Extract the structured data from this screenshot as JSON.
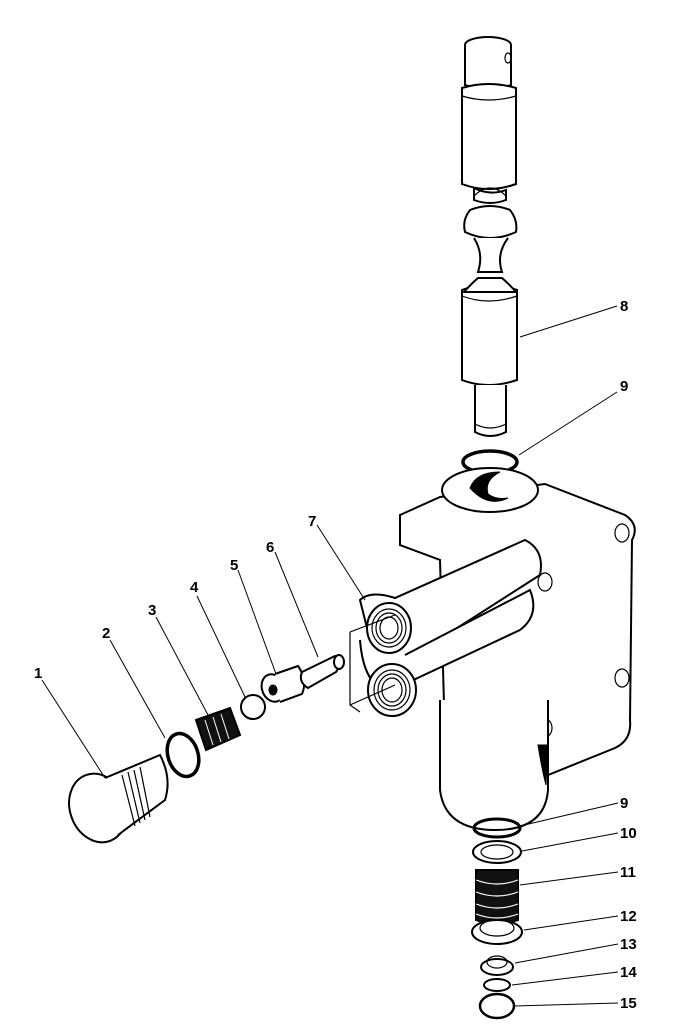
{
  "diagram": {
    "type": "exploded-parts-view",
    "subject": "Control valve assembly",
    "callouts": [
      {
        "id": 1,
        "label": "1",
        "part": "plug"
      },
      {
        "id": 2,
        "label": "2",
        "part": "o-ring"
      },
      {
        "id": 3,
        "label": "3",
        "part": "spring"
      },
      {
        "id": 4,
        "label": "4",
        "part": "ball"
      },
      {
        "id": 5,
        "label": "5",
        "part": "seat"
      },
      {
        "id": 6,
        "label": "6",
        "part": "pin"
      },
      {
        "id": 7,
        "label": "7",
        "part": "valve-body"
      },
      {
        "id": 8,
        "label": "8",
        "part": "spool"
      },
      {
        "id": 9,
        "label": "9",
        "part": "o-ring-upper"
      },
      {
        "id": 10,
        "label": "10",
        "part": "washer"
      },
      {
        "id": 11,
        "label": "11",
        "part": "spring"
      },
      {
        "id": 12,
        "label": "12",
        "part": "washer"
      },
      {
        "id": 13,
        "label": "13",
        "part": "retainer"
      },
      {
        "id": 14,
        "label": "14",
        "part": "ring"
      },
      {
        "id": 15,
        "label": "15",
        "part": "snap-ring"
      }
    ],
    "lower_o_ring_label": "9",
    "colors": {
      "ink": "#000000",
      "paper": "#ffffff"
    }
  }
}
